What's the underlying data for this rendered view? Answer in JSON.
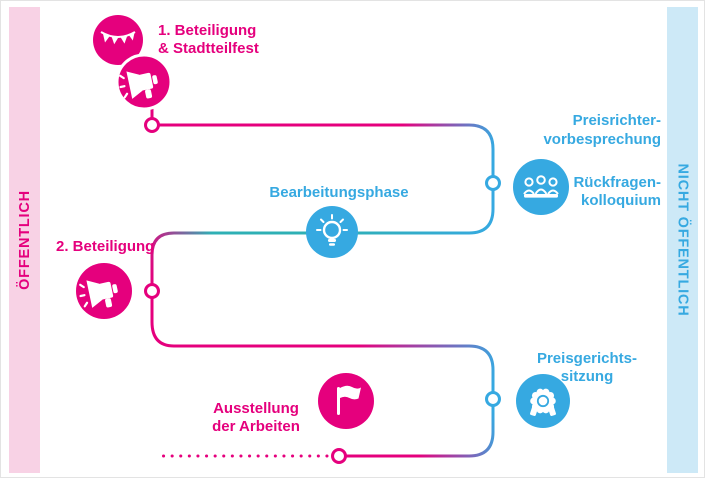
{
  "diagram": {
    "bands": {
      "left": {
        "label": "ÖFFENTLICH"
      },
      "right": {
        "label": "NICHT ÖFFENTLICH"
      }
    },
    "labels": {
      "step1": "1. Beteiligung\n& Stadtteilfest",
      "jury_briefing_1": "Preisrichter-\nvorbesprechung",
      "jury_briefing_2": "& Rückfragen-\nkolloquium",
      "work_phase": "Bearbeitungsphase",
      "step2": "2. Beteiligung",
      "jury_session": "Preisgerichts-\nsitzung",
      "exhibition": "Ausstellung\nder Arbeiten"
    },
    "steps": [
      {
        "label": "1. Beteiligung & Stadtteilfest",
        "zone": "öffentlich",
        "icons": [
          "bunting-icon",
          "megaphone-icon"
        ]
      },
      {
        "label": "Preisrichtervorbesprechung & Rückfragenkolloquium",
        "zone": "nicht öffentlich",
        "icons": [
          "jury-people-icon"
        ]
      },
      {
        "label": "Bearbeitungsphase",
        "zone": "übergang",
        "icons": [
          "lightbulb-icon"
        ]
      },
      {
        "label": "2. Beteiligung",
        "zone": "öffentlich",
        "icons": [
          "megaphone-icon"
        ]
      },
      {
        "label": "Preisgerichtssitzung",
        "zone": "nicht öffentlich",
        "icons": [
          "rosette-award-icon"
        ]
      },
      {
        "label": "Ausstellung der Arbeiten",
        "zone": "öffentlich",
        "icons": [
          "flag-icon"
        ]
      }
    ],
    "colors": {
      "pink": "#e5007d",
      "blue": "#36a9e1",
      "teal": "#2fb0b5",
      "band_pink_bg": "#f8d2e5",
      "band_blue_bg": "#cde9f7"
    }
  }
}
